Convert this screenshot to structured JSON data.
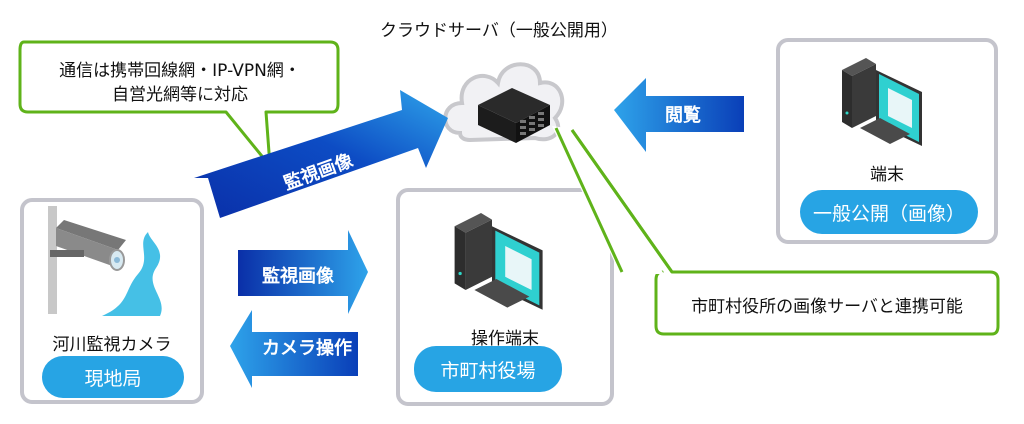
{
  "cloud": {
    "title": "クラウドサーバ（一般公開用）"
  },
  "callouts": {
    "network": {
      "line1": "通信は携帯回線網・IP-VPN網・",
      "line2": "自営光網等に対応"
    },
    "integration": {
      "text": "市町村役所の画像サーバと連携可能"
    }
  },
  "arrows": {
    "monitor_to_cloud": "監視画像",
    "view": "閲覧",
    "monitor_to_office": "監視画像",
    "camera_control": "カメラ操作"
  },
  "nodes": {
    "site": {
      "device": "河川監視カメラ",
      "badge": "現地局"
    },
    "office": {
      "device": "操作端末",
      "badge": "市町村役場"
    },
    "public": {
      "device": "端末",
      "badge": "一般公開（画像）"
    }
  },
  "colors": {
    "arrow_dark": "#0a2fa8",
    "arrow_light": "#2ea3ea",
    "badge": "#27a4e4",
    "callout_border": "#5fb31a",
    "box_border": "#c4c4cc"
  }
}
